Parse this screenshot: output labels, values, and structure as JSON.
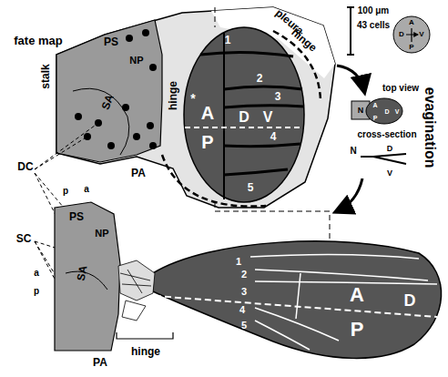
{
  "diagram": {
    "nodes": [
      {
        "text": [
          "1",
          "2",
          "3",
          "4",
          "5",
          "A",
          "D",
          "V",
          "P"
        ]
      },
      {
        "text": [
          "A",
          "D",
          "V",
          "P"
        ]
      },
      {
        "text": [
          "1",
          "2",
          "3",
          "4",
          "5",
          "A",
          "P",
          "D"
        ]
      }
    ],
    "labels": [
      "fate map",
      "PS",
      "NP",
      "stalk",
      "SA",
      "hinge",
      "pleura",
      "hinge",
      "*",
      "PA",
      "DC",
      "p",
      "a",
      "SC",
      "a",
      "p",
      "100 μm",
      "43 cells",
      "top view",
      "N",
      "A",
      "P",
      "D",
      "V",
      "cross-section",
      "N",
      "D",
      "V",
      "evagination",
      "PS",
      "NP",
      "SA",
      "PA",
      "hinge"
    ]
  }
}
